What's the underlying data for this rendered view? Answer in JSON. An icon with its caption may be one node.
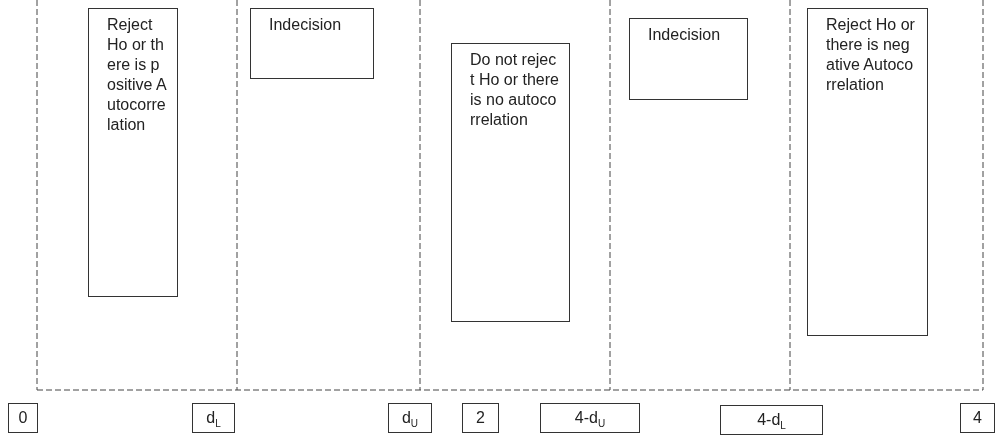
{
  "diagram": {
    "nodes": [
      {
        "text": [
          "Reject Ho or there is positive Autocorrelation"
        ]
      },
      {
        "text": [
          "Indecision"
        ]
      },
      {
        "text": [
          "Do not reject Ho or there is no autocorrelation"
        ]
      },
      {
        "text": [
          "Indecision"
        ]
      },
      {
        "text": [
          "Reject Ho or there is negative Autocorrelation"
        ]
      },
      {
        "text": [
          "0"
        ]
      },
      {
        "text": [
          "d$_{L}$"
        ]
      },
      {
        "text": [
          "d$_{U}$"
        ]
      },
      {
        "text": [
          "2"
        ]
      },
      {
        "text": [
          "4-d$_{U}$"
        ]
      },
      {
        "text": [
          "4-d$_{L}$"
        ]
      },
      {
        "text": [
          "4"
        ]
      }
    ],
    "edges": []
  }
}
